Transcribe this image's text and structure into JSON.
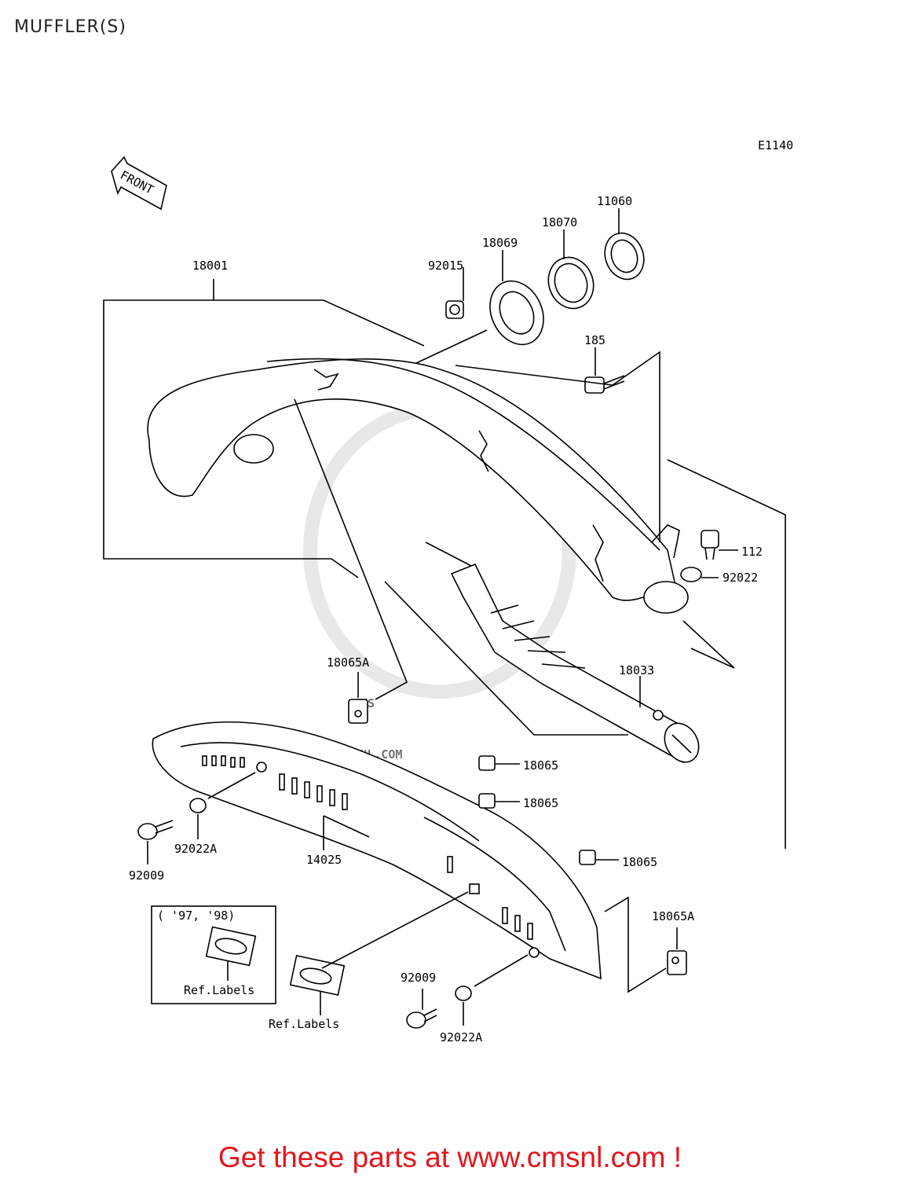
{
  "page_title": "MUFFLER(S)",
  "diagram_code": "E1140",
  "front_arrow_label": "FRONT",
  "watermark_text": "WWW.CMSNL.COM",
  "watermark_logo": "CMS",
  "parts": {
    "p18001": "18001",
    "p92015": "92015",
    "p18069": "18069",
    "p18070": "18070",
    "p11060": "11060",
    "p185": "185",
    "p112": "112",
    "p92022": "92022",
    "p18065A_top": "18065A",
    "p18033": "18033",
    "p18065_a": "18065",
    "p18065_b": "18065",
    "p18065_c": "18065",
    "p92009_left": "92009",
    "p92022A_left": "92022A",
    "p14025": "14025",
    "p18065A_bottom": "18065A",
    "p92009_bottom": "92009",
    "p92022A_bottom": "92022A"
  },
  "inset": {
    "years": "( '97, '98)",
    "label": "Ref.Labels"
  },
  "ref_labels": "Ref.Labels",
  "footer": {
    "cta": "Get these parts at www.cmsnl.com !",
    "accent_color": "#e4161d"
  }
}
